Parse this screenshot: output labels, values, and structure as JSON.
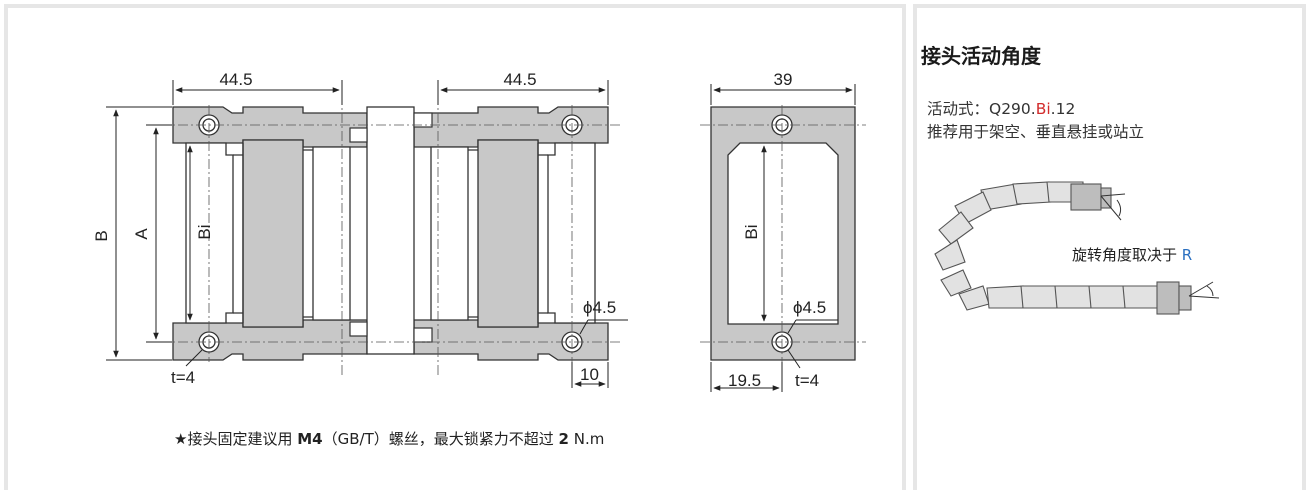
{
  "drawing": {
    "dims": {
      "width_left": "44.5",
      "width_right": "44.5",
      "width_end": "39",
      "height_b": "B",
      "height_a": "A",
      "height_bi": "Bi",
      "height_bi_end": "Bi",
      "hole_dia_left": "ϕ4.5",
      "hole_dia_right": "ϕ4.5",
      "thickness_left": "t=4",
      "thickness_right": "t=4",
      "offset_10": "10",
      "offset_19_5": "19.5"
    }
  },
  "note": {
    "star": "★",
    "prefix": "接头固定建议用 ",
    "bolt": "M4",
    "middle": "（GB/T）螺丝，最大锁紧力不超过 ",
    "torque": "2",
    "unit": " N.m"
  },
  "joint": {
    "title": "接头活动角度",
    "type_prefix": "活动式：Q290.",
    "type_code": "Bi",
    "type_suffix": ".12",
    "usage": "推荐用于架空、垂直悬挂或站立",
    "rotation_prefix": "旋转角度取决于 ",
    "rotation_var": "R"
  },
  "colors": {
    "part_fill": "#c8c8c8",
    "outline": "#333333",
    "panel_border": "#e6e6e6",
    "highlight_red": "#d22b2b",
    "highlight_blue": "#2a6fc0"
  }
}
